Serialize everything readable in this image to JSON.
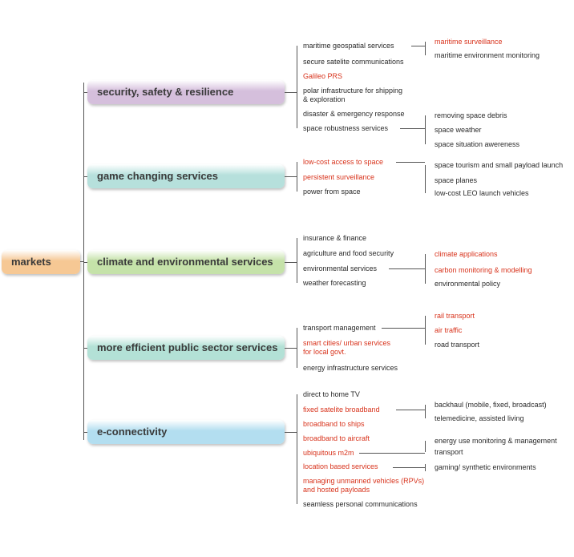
{
  "root": {
    "label": "markets",
    "color": "#f6c894"
  },
  "sectors": [
    {
      "label": "security, safety & resilience",
      "color": "#d5bfdc",
      "items": [
        {
          "text": "maritime geospatial services",
          "hl": false
        },
        {
          "text": "secure satelite communications",
          "hl": false
        },
        {
          "text": "Galileo PRS",
          "hl": true
        },
        {
          "text": "polar infrastructure for shipping\n& exploration",
          "hl": false
        },
        {
          "text": "disaster & emergency response",
          "hl": false
        },
        {
          "text": "space robustness services",
          "hl": false
        }
      ],
      "subgroups": [
        {
          "items": [
            {
              "text": "maritime surveillance",
              "hl": true
            },
            {
              "text": "maritime environment monitoring",
              "hl": false
            }
          ]
        },
        {
          "items": [
            {
              "text": "removing space debris",
              "hl": false
            },
            {
              "text": "space weather",
              "hl": false
            },
            {
              "text": "space situation awereness",
              "hl": false
            }
          ]
        }
      ]
    },
    {
      "label": "game changing services",
      "color": "#b6e0dc",
      "items": [
        {
          "text": "low-cost access to space",
          "hl": true
        },
        {
          "text": "persistent surveillance",
          "hl": true
        },
        {
          "text": "power from space",
          "hl": false
        }
      ],
      "subgroups": [
        {
          "items": [
            {
              "text": "space tourism and small payload launch",
              "hl": false
            },
            {
              "text": "space planes",
              "hl": false
            },
            {
              "text": "low-cost LEO launch vehicles",
              "hl": false
            }
          ]
        }
      ]
    },
    {
      "label": "climate and environmental services",
      "color": "#c5e2a9",
      "items": [
        {
          "text": "insurance & finance",
          "hl": false
        },
        {
          "text": "agriculture and food security",
          "hl": false
        },
        {
          "text": "environmental services",
          "hl": false
        },
        {
          "text": "weather forecasting",
          "hl": false
        }
      ],
      "subgroups": [
        {
          "items": [
            {
              "text": "climate applications",
              "hl": true
            },
            {
              "text": "carbon monitoring & modelling",
              "hl": true
            },
            {
              "text": "environmental policy",
              "hl": false
            }
          ]
        }
      ]
    },
    {
      "label": "more efficient public sector services",
      "color": "#b3e1d6",
      "items": [
        {
          "text": "transport management",
          "hl": false
        },
        {
          "text": "smart cities/ urban services\nfor local govt.",
          "hl": true
        },
        {
          "text": "energy infrastructure services",
          "hl": false
        }
      ],
      "subgroups": [
        {
          "items": [
            {
              "text": "rail transport",
              "hl": true
            },
            {
              "text": "air traffic",
              "hl": true
            },
            {
              "text": "road transport",
              "hl": false
            }
          ]
        }
      ]
    },
    {
      "label": "e-connectivity",
      "color": "#b3def0",
      "items": [
        {
          "text": "direct to home TV",
          "hl": false
        },
        {
          "text": "fixed satelite broadband",
          "hl": true
        },
        {
          "text": "broadband to ships",
          "hl": true
        },
        {
          "text": "broadband to aircraft",
          "hl": true
        },
        {
          "text": "ubiquitous m2m",
          "hl": true
        },
        {
          "text": "location based services",
          "hl": true
        },
        {
          "text": "managing unmanned vehicles (RPVs)\nand hosted payloads",
          "hl": true
        },
        {
          "text": "seamless personal communications",
          "hl": false
        }
      ],
      "subgroups": [
        {
          "items": [
            {
              "text": "backhaul (mobile, fixed, broadcast)",
              "hl": false
            },
            {
              "text": "telemedicine, assisted living",
              "hl": false
            }
          ]
        },
        {
          "items": [
            {
              "text": "energy use monitoring & management",
              "hl": false
            },
            {
              "text": "transport",
              "hl": false
            }
          ]
        },
        {
          "items": [
            {
              "text": "gaming/ synthetic environments",
              "hl": false
            }
          ]
        }
      ]
    }
  ]
}
